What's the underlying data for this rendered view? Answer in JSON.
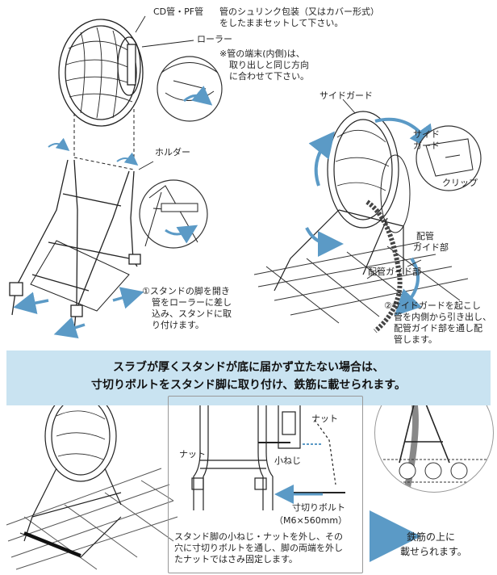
{
  "labels": {
    "cd_pf": "CD管・PF管",
    "shrink1": "管のシュリンク包装（又はカバー形式）",
    "shrink2": "をしたままセットして下さい。",
    "roller": "ローラー",
    "note1": "※管の端末(内側)は、",
    "note2": "取り出しと同じ方向",
    "note3": "に合わせて下さい。",
    "holder": "ホルダー",
    "side_guard": "サイドガード",
    "side_guard_small1": "サイド",
    "side_guard_small2": "ガード",
    "clip": "クリップ",
    "pipe_guide_a1": "配管",
    "pipe_guide_a2": "ガイド部",
    "pipe_guide_b": "配管ガイド部",
    "step1": [
      "①スタンドの脚を開き",
      "管をローラーに差し",
      "込み、スタンドに取",
      "り付けます。"
    ],
    "step2": [
      "②サイドガードを起こし",
      "管を内側から引き出し、",
      "配管ガイド部を通し配",
      "管します。"
    ],
    "banner1": "スラブが厚くスタンドが底に届かず立たない場合は、",
    "banner2": "寸切りボルトをスタンド脚に取り付け、鉄筋に載せられます。",
    "nut_left": "ナット",
    "nut_right": "ナット",
    "small_screw": "小ねじ",
    "bolt1": "寸切りボルト",
    "bolt2": "（M6×560mm）",
    "instr": [
      "スタンド脚の小ねじ・ナットを外し、その",
      "穴に寸切りボルトを通し、脚の両端を外し",
      "たナットではさみ固定します。"
    ],
    "result1": "鉄筋の上に",
    "result2": "載せられます。"
  },
  "colors": {
    "accent": "#5b9ac6",
    "banner_bg": "#c9e3f1",
    "line": "#222222"
  }
}
